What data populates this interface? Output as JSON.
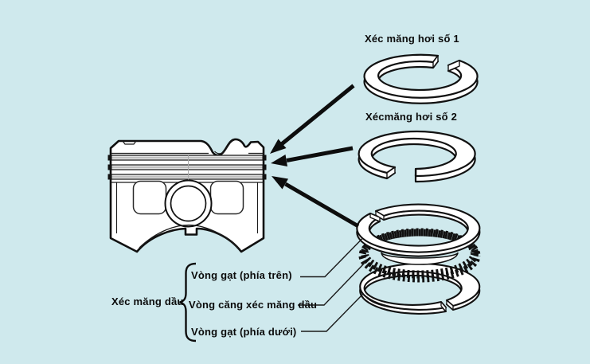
{
  "colors": {
    "background": "#cfe9ed",
    "ink": "#111111"
  },
  "labels": {
    "compression_ring_1": "Xéc măng hơi số 1",
    "compression_ring_2": "Xécmăng hơi số 2",
    "oil_ring_group": "Xéc măng dầu",
    "oil_ring_top_rail": "Vòng gạt (phía trên)",
    "oil_ring_expander": "Vòng căng xéc măng dầu",
    "oil_ring_bottom_rail": "Vòng gạt (phía dưới)"
  }
}
